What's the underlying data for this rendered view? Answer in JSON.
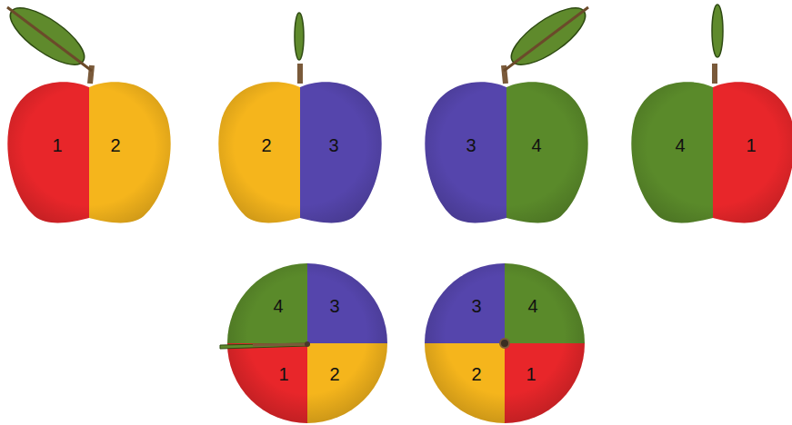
{
  "diagram": {
    "labels": [
      "1",
      "2",
      "2",
      "3",
      "3",
      "4",
      "4",
      "1",
      "4",
      "3",
      "1",
      "2",
      "3",
      "4",
      "2",
      "1"
    ]
  }
}
